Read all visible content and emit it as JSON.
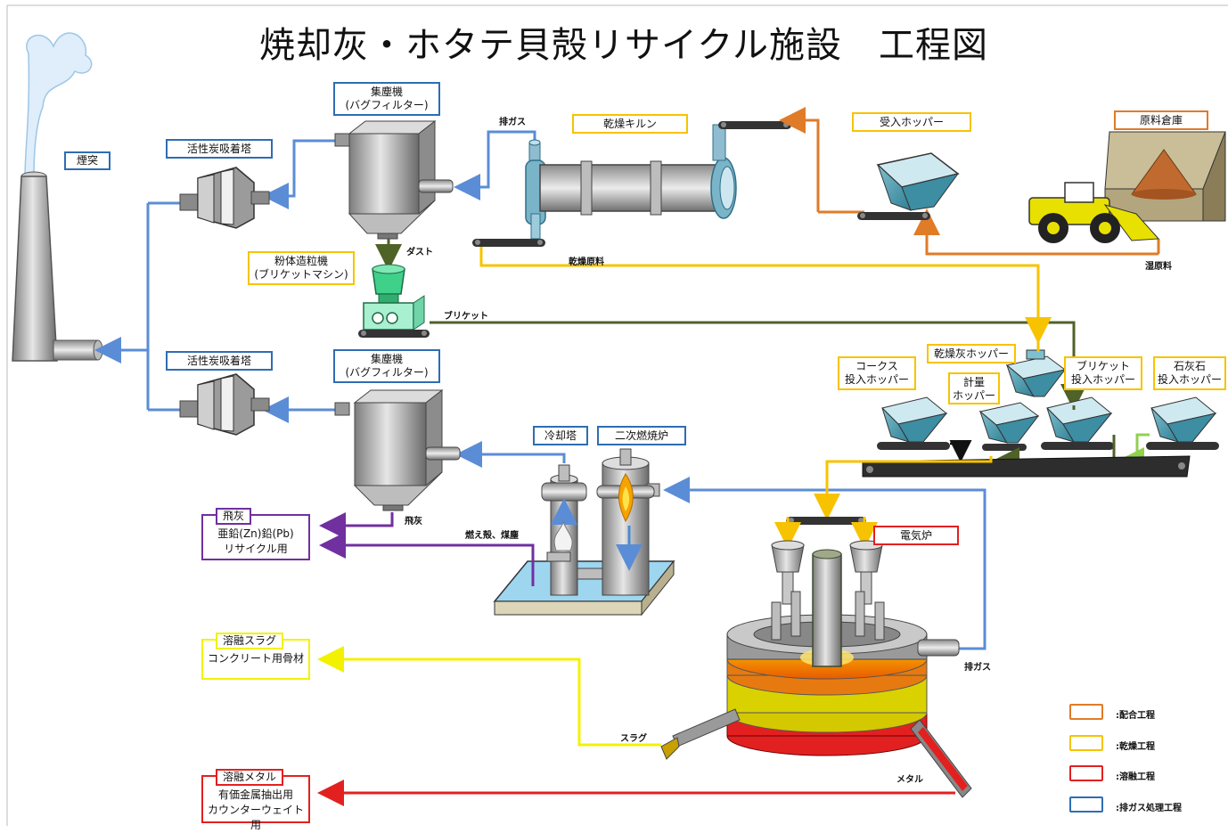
{
  "title": "焼却灰・ホタテ貝殻リサイクル施設　工程図",
  "colors": {
    "mixing": "#E07B28",
    "drying": "#F7C300",
    "melting": "#E32020",
    "exhaust": "#2E6DB4",
    "flyash": "#7030A0",
    "slag": "#F2F200",
    "briquette": "#4F6228",
    "limestone": "#92D050",
    "flow_blue": "#5B8DD6"
  },
  "labels": {
    "chimney": "煙突",
    "carbon_tower_1": "活性炭吸着塔",
    "carbon_tower_2": "活性炭吸着塔",
    "collector_1": "集塵機\n(バグフィルター)",
    "collector_2": "集塵機\n(バグフィルター)",
    "granulator": "粉体造粒機\n(ブリケットマシン)",
    "dry_kiln": "乾燥キルン",
    "receiving_hopper": "受入ホッパー",
    "raw_warehouse": "原料倉庫",
    "dry_ash_hopper": "乾燥灰ホッパー",
    "coke_hopper": "コークス\n投入ホッパー",
    "metering_hopper": "計量\nホッパー",
    "briquette_hopper": "ブリケット\n投入ホッパー",
    "limestone_hopper": "石灰石\n投入ホッパー",
    "cooling_tower": "冷却塔",
    "secondary_combustor": "二次燃焼炉",
    "electric_furnace": "電気炉"
  },
  "notes": {
    "exhaust_gas_top": "排ガス",
    "dust": "ダスト",
    "dry_material": "乾燥原料",
    "briquette": "ブリケット",
    "wet_material": "湿原料",
    "fly_ash": "飛灰",
    "combustion_residue": "燃え殻、煤塵",
    "slag": "スラグ",
    "metal": "メタル",
    "exhaust_gas_furnace": "排ガス"
  },
  "outputs": {
    "fly_ash": {
      "title": "飛灰",
      "text": "亜鉛(Zn)鉛(Pb)\nリサイクル用"
    },
    "slag": {
      "title": "溶融スラグ",
      "text": "コンクリート用骨材"
    },
    "metal": {
      "title": "溶融メタル",
      "text": "有価金属抽出用\nカウンターウェイト用"
    }
  },
  "legend": [
    {
      "label": ":配合工程",
      "color": "#E07B28"
    },
    {
      "label": ":乾燥工程",
      "color": "#F7C300"
    },
    {
      "label": ":溶融工程",
      "color": "#E32020"
    },
    {
      "label": ":排ガス処理工程",
      "color": "#2E6DB4"
    }
  ]
}
